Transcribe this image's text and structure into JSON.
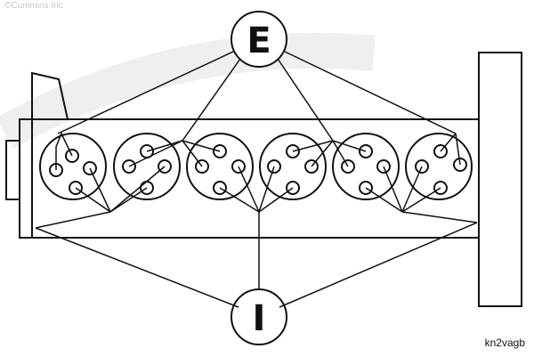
{
  "watermark": "©Cummins Inc",
  "figure_code": "kn2vagb",
  "labels": {
    "exhaust": "E",
    "intake": "I"
  },
  "colors": {
    "ink": "#111111",
    "watermark": "#c6c6c6"
  }
}
